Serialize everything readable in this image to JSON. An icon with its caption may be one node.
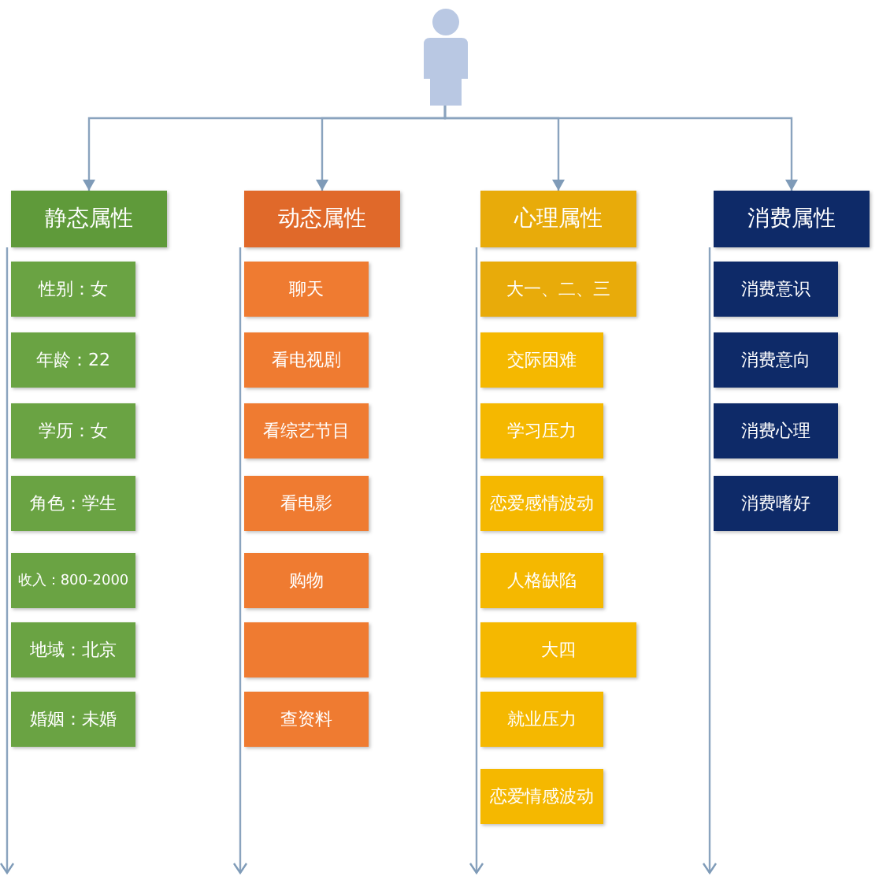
{
  "diagram": {
    "nodes": [
      {
        "text": [],
        "shape": "person"
      },
      {
        "text": [
          "静态属性"
        ]
      },
      {
        "text": [
          "性别：女"
        ]
      },
      {
        "text": [
          "年龄：22"
        ]
      },
      {
        "text": [
          "学历：女"
        ]
      },
      {
        "text": [
          "角色：学生"
        ]
      },
      {
        "text": [
          "收入：800-2000"
        ]
      },
      {
        "text": [
          "地域：北京"
        ]
      },
      {
        "text": [
          "婚姻：未婚"
        ]
      },
      {
        "text": [
          "动态属性"
        ]
      },
      {
        "text": [
          "聊天"
        ]
      },
      {
        "text": [
          "看电视剧"
        ]
      },
      {
        "text": [
          "看综艺节目"
        ]
      },
      {
        "text": [
          "看电影"
        ]
      },
      {
        "text": [
          "购物"
        ]
      },
      {
        "text": [],
        "shape": "box"
      },
      {
        "text": [
          "查资料"
        ]
      },
      {
        "text": [
          "心理属性"
        ]
      },
      {
        "text": [
          "大一、二、三"
        ]
      },
      {
        "text": [
          "交际困难"
        ]
      },
      {
        "text": [
          "学习压力"
        ]
      },
      {
        "text": [
          "恋爱感情波动"
        ]
      },
      {
        "text": [
          "人格缺陷"
        ]
      },
      {
        "text": [
          "大四"
        ]
      },
      {
        "text": [
          "就业压力"
        ]
      },
      {
        "text": [
          "恋爱情感波动"
        ]
      },
      {
        "text": [
          "消费属性"
        ]
      },
      {
        "text": [
          "消费意识"
        ]
      },
      {
        "text": [
          "消费意向"
        ]
      },
      {
        "text": [
          "消费心理"
        ]
      },
      {
        "text": [
          "消费嗜好"
        ]
      }
    ],
    "edges": [
      {
        "from": 0,
        "to": 1,
        "arrow": "to"
      },
      {
        "from": 0,
        "to": 9,
        "arrow": "to"
      },
      {
        "from": 0,
        "to": 17,
        "arrow": "to"
      },
      {
        "from": 0,
        "to": 26,
        "arrow": "to"
      },
      {
        "from": 1,
        "to": null,
        "arrow": "to"
      },
      {
        "from": 9,
        "to": null,
        "arrow": "to"
      },
      {
        "from": 17,
        "to": null,
        "arrow": "to"
      },
      {
        "from": 26,
        "to": null,
        "arrow": "to"
      }
    ]
  }
}
